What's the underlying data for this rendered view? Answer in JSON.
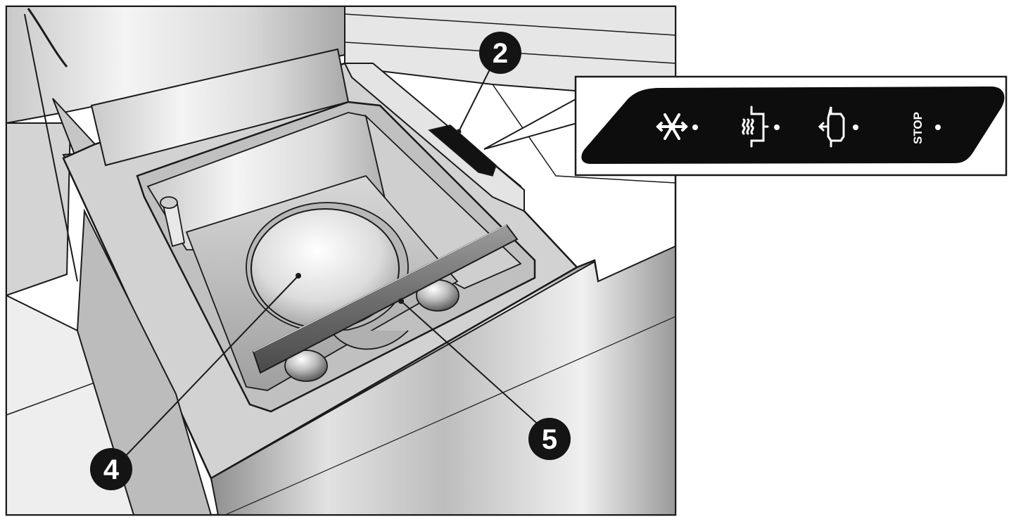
{
  "callouts": {
    "control_panel": "2",
    "drain_cover": "4",
    "lid_bar": "5"
  },
  "panel": {
    "icons": [
      "snowflake-icon",
      "heated-drain-icon",
      "cycle-icon",
      "stop-icon"
    ],
    "stop_label": "STOP"
  },
  "colors": {
    "line": "#1a1a1a",
    "panel_bg": "#0d0d0d",
    "panel_glyph": "#ffffff",
    "callout_fill": "#141414"
  }
}
